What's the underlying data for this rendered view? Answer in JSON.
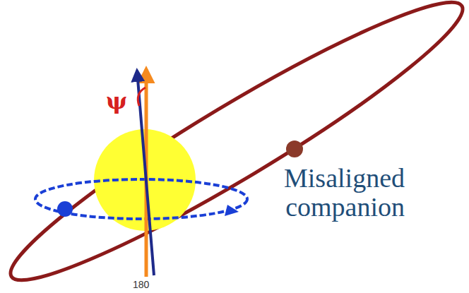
{
  "diagram": {
    "labels": [
      "ψ",
      "Misaligned companion",
      "180"
    ]
  }
}
